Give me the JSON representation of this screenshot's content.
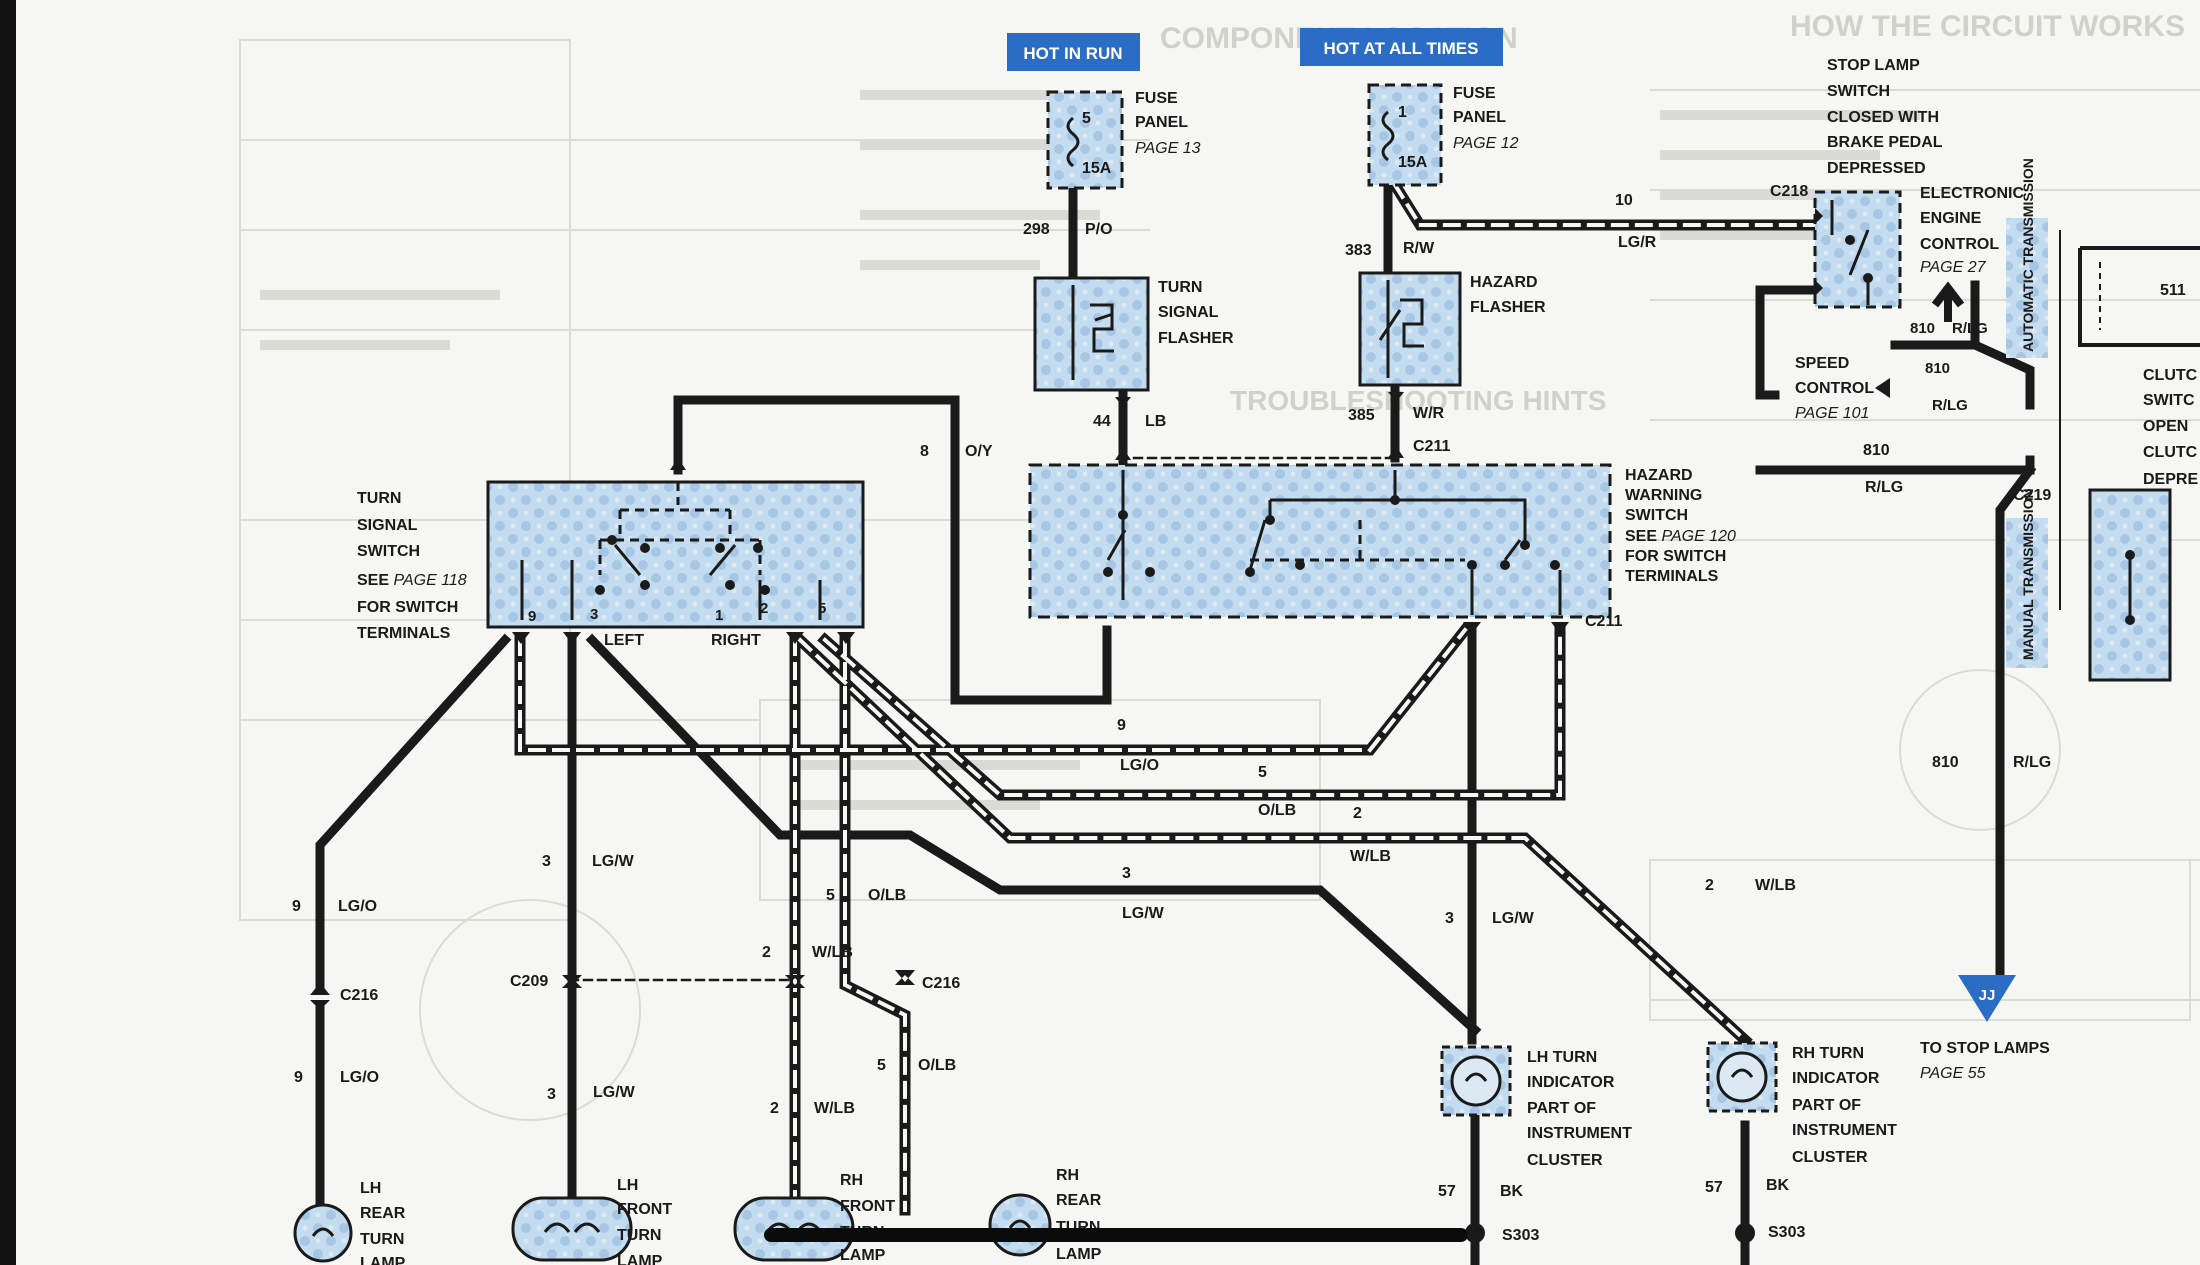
{
  "colors": {
    "wire": "#1a1a1a",
    "component_fill": "#b9d3ea",
    "tag_fill": "#2b6cc4",
    "paper": "#f6f7f2"
  },
  "header_tags": {
    "hot_in_run": "HOT IN RUN",
    "hot_at_all_times": "HOT AT ALL TIMES"
  },
  "fuse_run": {
    "l1": "FUSE",
    "l2": "PANEL",
    "page": "PAGE 13",
    "num": "5",
    "amp": "15A"
  },
  "fuse_all": {
    "l1": "FUSE",
    "l2": "PANEL",
    "page": "PAGE 12",
    "num": "1",
    "amp": "15A"
  },
  "turn_flasher": {
    "l1": "TURN",
    "l2": "SIGNAL",
    "l3": "FLASHER"
  },
  "hazard_flasher": {
    "l1": "HAZARD",
    "l2": "FLASHER"
  },
  "turn_switch": {
    "l1": "TURN",
    "l2": "SIGNAL",
    "l3": "SWITCH",
    "l4": "SEE",
    "page": "PAGE 118",
    "l5": "FOR SWITCH",
    "l6": "TERMINALS",
    "left": "LEFT",
    "right": "RIGHT",
    "t9": "9",
    "t3": "3",
    "t1": "1",
    "t2": "2",
    "t5": "5"
  },
  "hazard_switch": {
    "l1": "HAZARD",
    "l2": "WARNING",
    "l3": "SWITCH",
    "l4": "SEE",
    "page": "PAGE 120",
    "l5": "FOR SWITCH",
    "l6": "TERMINALS"
  },
  "stop_switch": {
    "l1": "STOP LAMP",
    "l2": "SWITCH",
    "l3": "CLOSED WITH",
    "l4": "BRAKE PEDAL",
    "l5": "DEPRESSED"
  },
  "eec": {
    "l1": "ELECTRONIC",
    "l2": "ENGINE",
    "l3": "CONTROL",
    "page": "PAGE 27"
  },
  "speed_control": {
    "l1": "SPEED",
    "l2": "CONTROL",
    "page": "PAGE 101"
  },
  "auto_trans": "AUTOMATIC TRANSMISSION",
  "manual_trans": "MANUAL TRANSMISSION",
  "clutch_switch": {
    "l1": "CLUTC",
    "l2": "SWITC",
    "l3": "OPEN",
    "l4": "CLUTC",
    "l5": "DEPRE"
  },
  "wire_511": "511",
  "connectors": {
    "c218a": "C218",
    "c211a": "C211",
    "c211b": "C211",
    "c219": "C219",
    "c216a": "C216",
    "c209": "C209",
    "c216b": "C216",
    "s303a": "S303",
    "s303b": "S303"
  },
  "wires": {
    "w298": "298",
    "w298c": "P/O",
    "w383": "383",
    "w383c": "R/W",
    "w10": "10",
    "w10c": "LG/R",
    "w44": "44",
    "w44c": "LB",
    "w385": "385",
    "w385c": "W/R",
    "w8": "8",
    "w8c": "O/Y",
    "w810a": "810",
    "w810ac": "R/LG",
    "w810b": "810",
    "w810bc": "R/LG",
    "w810c": "810",
    "w810cc": "R/LG",
    "w810d": "810",
    "w810dc": "R/LG",
    "w9a": "9",
    "w9ac": "LG/O",
    "w5a": "5",
    "w5ac": "O/LB",
    "w2a": "2",
    "w2ac": "W/LB",
    "w3a": "3",
    "w3ac": "LG/W",
    "w3b": "3",
    "w3bc": "LG/W",
    "w2b": "2",
    "w2bc": "W/LB",
    "w9b": "9",
    "w9bc": "LG/O",
    "w9c": "9",
    "w9cc": "LG/O",
    "w3c": "3",
    "w3cc": "LG/W",
    "w3d": "3",
    "w3dc": "LG/W",
    "w5b": "5",
    "w5bc": "O/LB",
    "w5c": "5",
    "w5cc": "O/LB",
    "w2c": "2",
    "w2cc": "W/LB",
    "w2d": "2",
    "w2dc": "W/LB",
    "w57a": "57",
    "w57ac": "BK",
    "w57b": "57",
    "w57bc": "BK"
  },
  "stop_lamps": {
    "jj": "JJ",
    "l1": "TO STOP LAMPS",
    "page": "PAGE 55"
  },
  "lh_indicator": {
    "l1": "LH TURN",
    "l2": "INDICATOR",
    "l3": "PART OF",
    "l4": "INSTRUMENT",
    "l5": "CLUSTER"
  },
  "rh_indicator": {
    "l1": "RH TURN",
    "l2": "INDICATOR",
    "l3": "PART OF",
    "l4": "INSTRUMENT",
    "l5": "CLUSTER"
  },
  "lh_rear": {
    "l1": "LH",
    "l2": "REAR",
    "l3": "TURN",
    "l4": "LAMP"
  },
  "lh_front": {
    "l1": "LH",
    "l2": "FRONT",
    "l3": "TURN",
    "l4": "LAMP"
  },
  "rh_front": {
    "l1": "RH",
    "l2": "FRONT",
    "l3": "TURN",
    "l4": "LAMP"
  },
  "rh_rear": {
    "l1": "RH",
    "l2": "REAR",
    "l3": "TURN",
    "l4": "LAMP"
  },
  "bleed_through": [
    "COMPONENT LOCATION",
    "HOW THE CIRCUIT WORKS",
    "TROUBLESHOOTING HINTS"
  ]
}
